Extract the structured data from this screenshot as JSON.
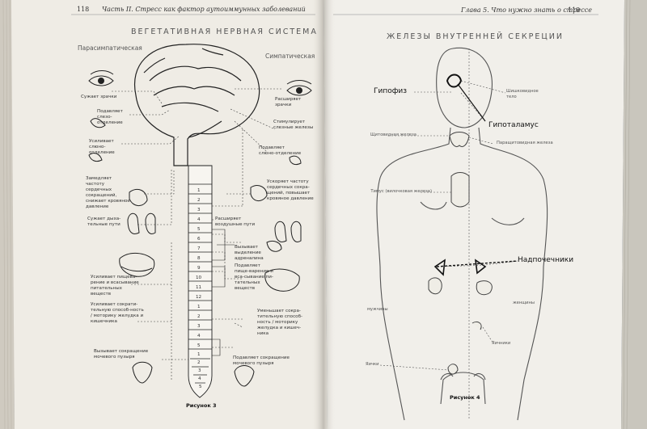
{
  "left_page": {
    "page_number": "118",
    "running_header": "Часть II. Стресс как фактор аутоиммунных заболеваний",
    "title": "ВЕГЕТАТИВНАЯ НЕРВНАЯ СИСТЕМА",
    "side_left": "Парасимпатическая",
    "side_right": "Симпатическая",
    "parasympathetic": [
      "Сужает зрачки",
      "Подавляет слезо-отделение",
      "Усиливает слюно-отделение",
      "Замедляет частоту сердечных сокращений, снижает кровяное давление",
      "Сужает дыха-тельные пути",
      "Усиливает пищева-рение и всасывание питательных веществ",
      "Усиливает сократи-тельную способ-ность / моторику желудка и кишечника",
      "Вызывает сокращение мочевого пузыря"
    ],
    "sympathetic": [
      "Расширяет зрачки",
      "Стимулирует слезные железы",
      "Подавляет слюно-отделение",
      "Ускоряет частоту сердечных сокра-щений, повышает кровяное давление",
      "Расширяет воздушные пути",
      "Вызывает выделение адреналина",
      "Подавляет пище-варение и вса-сывание пи-тательных веществ",
      "Уменьшает сокра-тительную способ-ность / моторику желудка и кишеч-ника",
      "Подавляет сокращение мочевого пузыря"
    ],
    "vertebrae": [
      "1",
      "2",
      "3",
      "4",
      "5",
      "6",
      "7",
      "8",
      "9",
      "10",
      "11",
      "12",
      "1",
      "2",
      "3",
      "4",
      "5",
      "1",
      "2",
      "3",
      "4",
      "5"
    ],
    "caption": "Рисунок 3"
  },
  "right_page": {
    "page_number": "119",
    "running_header": "Глава 5. Что нужно знать о стрессе",
    "title": "ЖЕЛЕЗЫ ВНУТРЕННЕЙ СЕКРЕЦИИ",
    "labels": {
      "pituitary": "Гипофиз",
      "pineal": "Шишковидное тело",
      "hypothalamus": "Гипоталамус",
      "thyroid": "Щитовидная железа",
      "parathyroid": "Паращитовидная железа",
      "thymus": "Тимус (вилочковая железа)",
      "adrenals": "Надпочечники",
      "male": "мужчины",
      "female": "женщины",
      "ovaries": "Яичники",
      "testes": "Яички"
    },
    "caption": "Рисунок 4"
  }
}
